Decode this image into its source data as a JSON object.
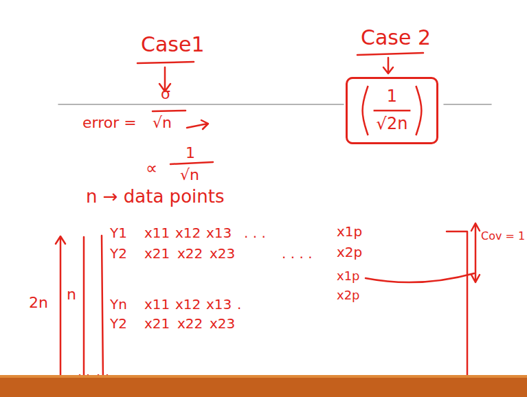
{
  "diagram": {
    "nodes": [
      {
        "text": [
          "1",
          "√2n"
        ]
      }
    ],
    "labels": [
      "Case1",
      "Case 2",
      "error =",
      "σ",
      "√n",
      "∝",
      "1",
      "√n",
      "n → data points",
      "Y1",
      "x11",
      "x12",
      "x13",
      ". . .",
      "x1p",
      "Y2",
      "x21",
      "x22",
      "x23",
      ". . . .",
      "x2p",
      "x1p",
      "x2p",
      "Cov = 1",
      "Yn",
      "x11",
      "x12",
      "x13",
      ".",
      "Y2",
      "x21",
      "x22",
      "x23",
      "2n",
      "n"
    ]
  }
}
